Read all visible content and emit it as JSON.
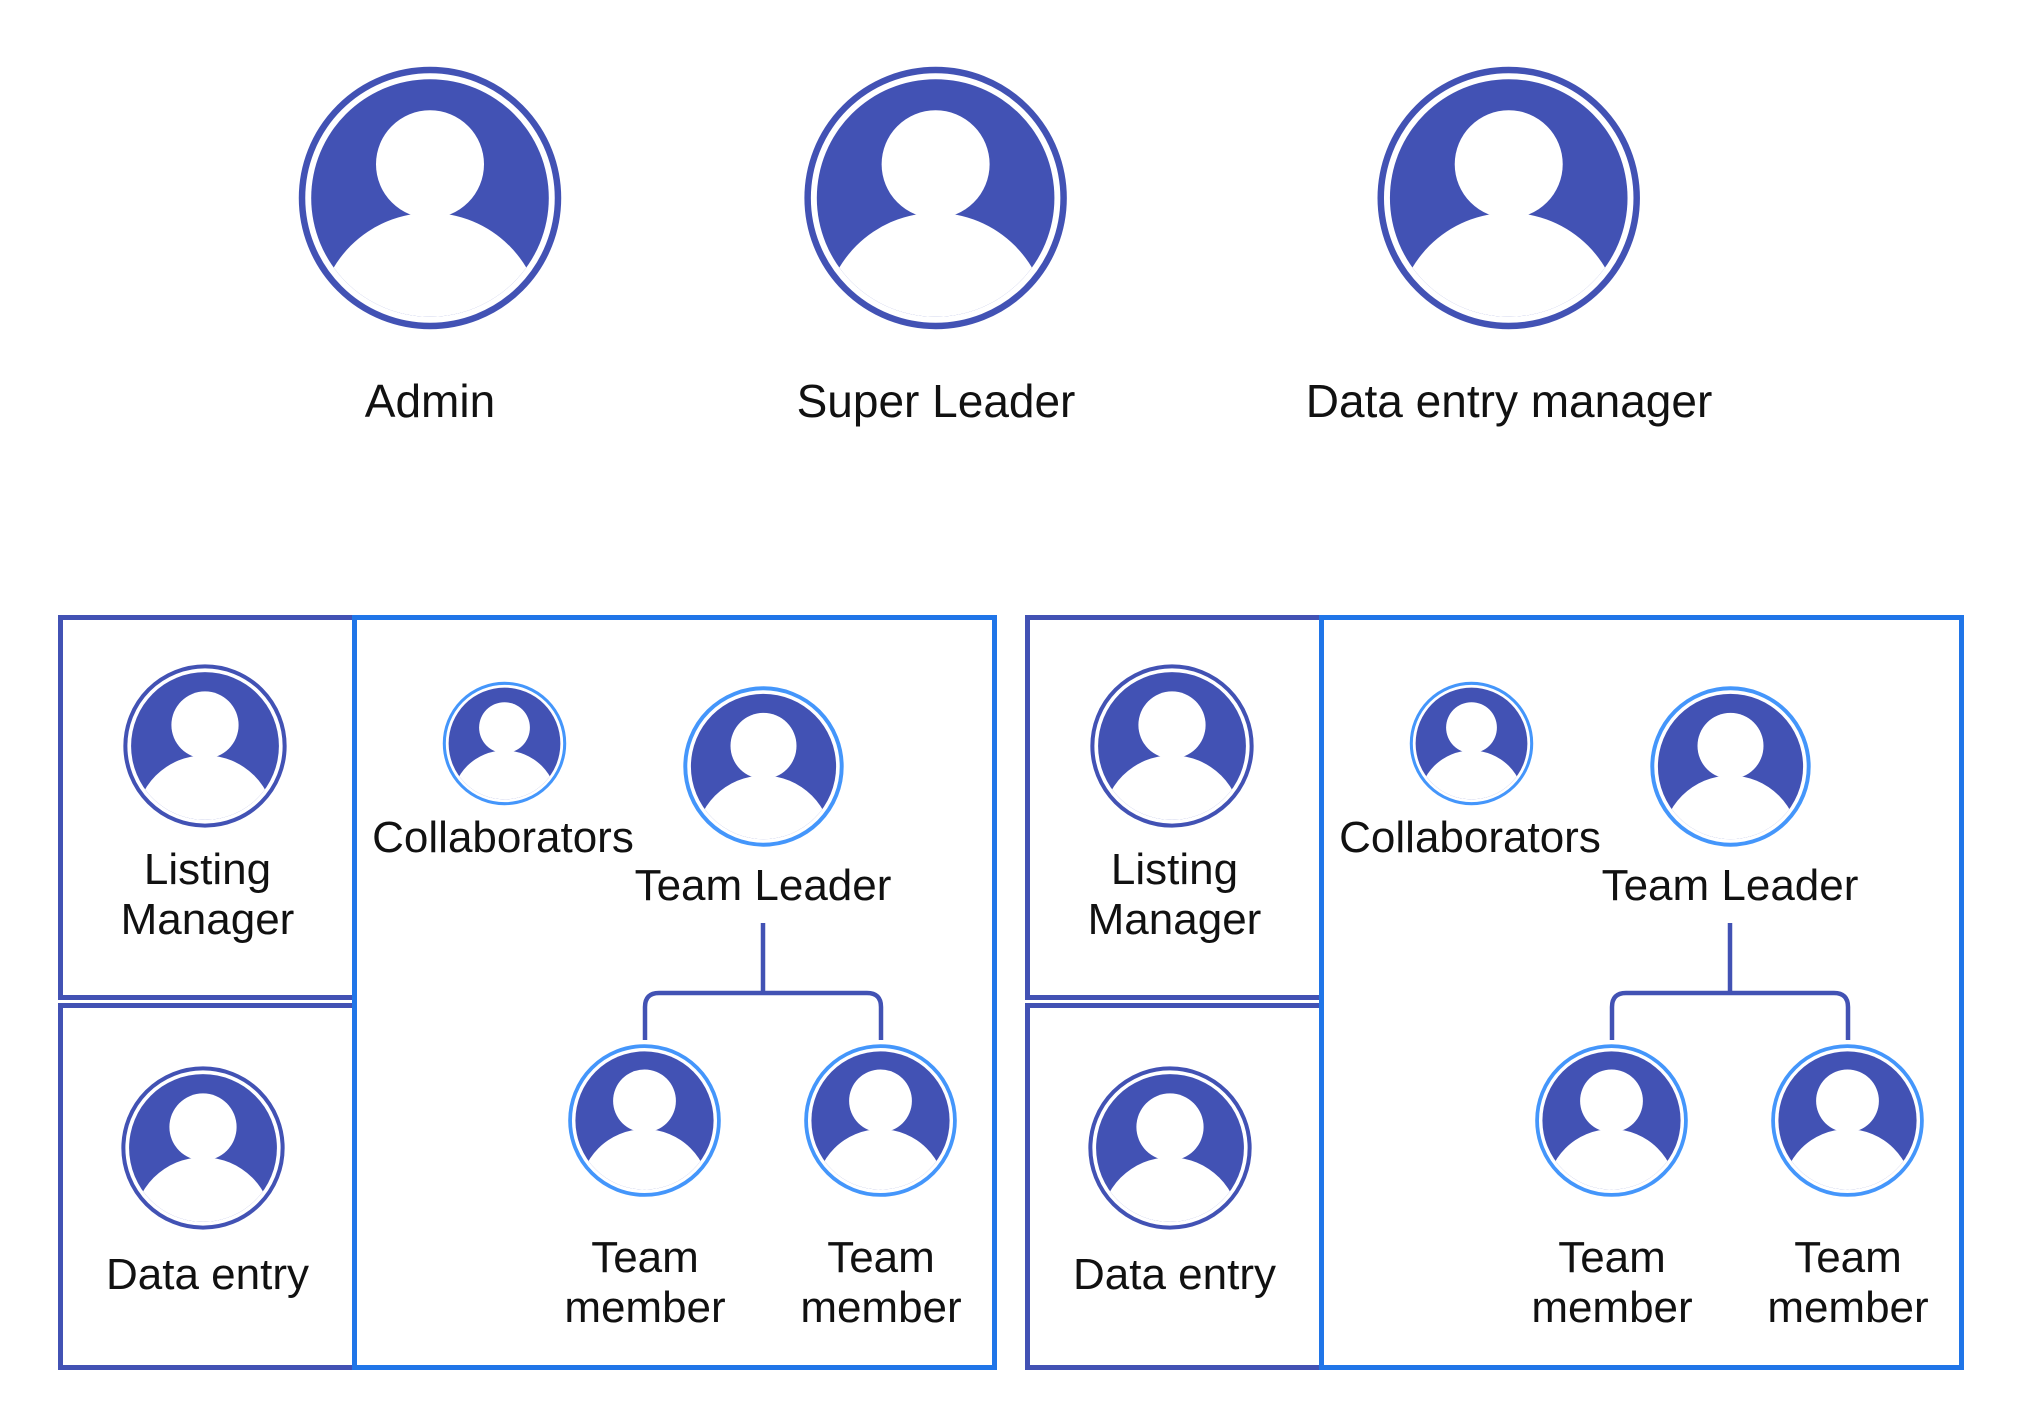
{
  "colors": {
    "indigo": "#4252b4",
    "blue": "#4496fb",
    "border_blue": "#2075e8",
    "text": "#111111",
    "background": "#ffffff"
  },
  "icons": {
    "user": "user-avatar-icon"
  },
  "top_roles": [
    {
      "label": "Admin"
    },
    {
      "label": "Super Leader"
    },
    {
      "label": "Data entry manager"
    }
  ],
  "team_panel": {
    "listing_manager_label": "Listing Manager",
    "data_entry_label": "Data entry",
    "collaborators_label": "Collaborators",
    "team_leader_label": "Team Leader",
    "team_member_label": "Team member"
  }
}
